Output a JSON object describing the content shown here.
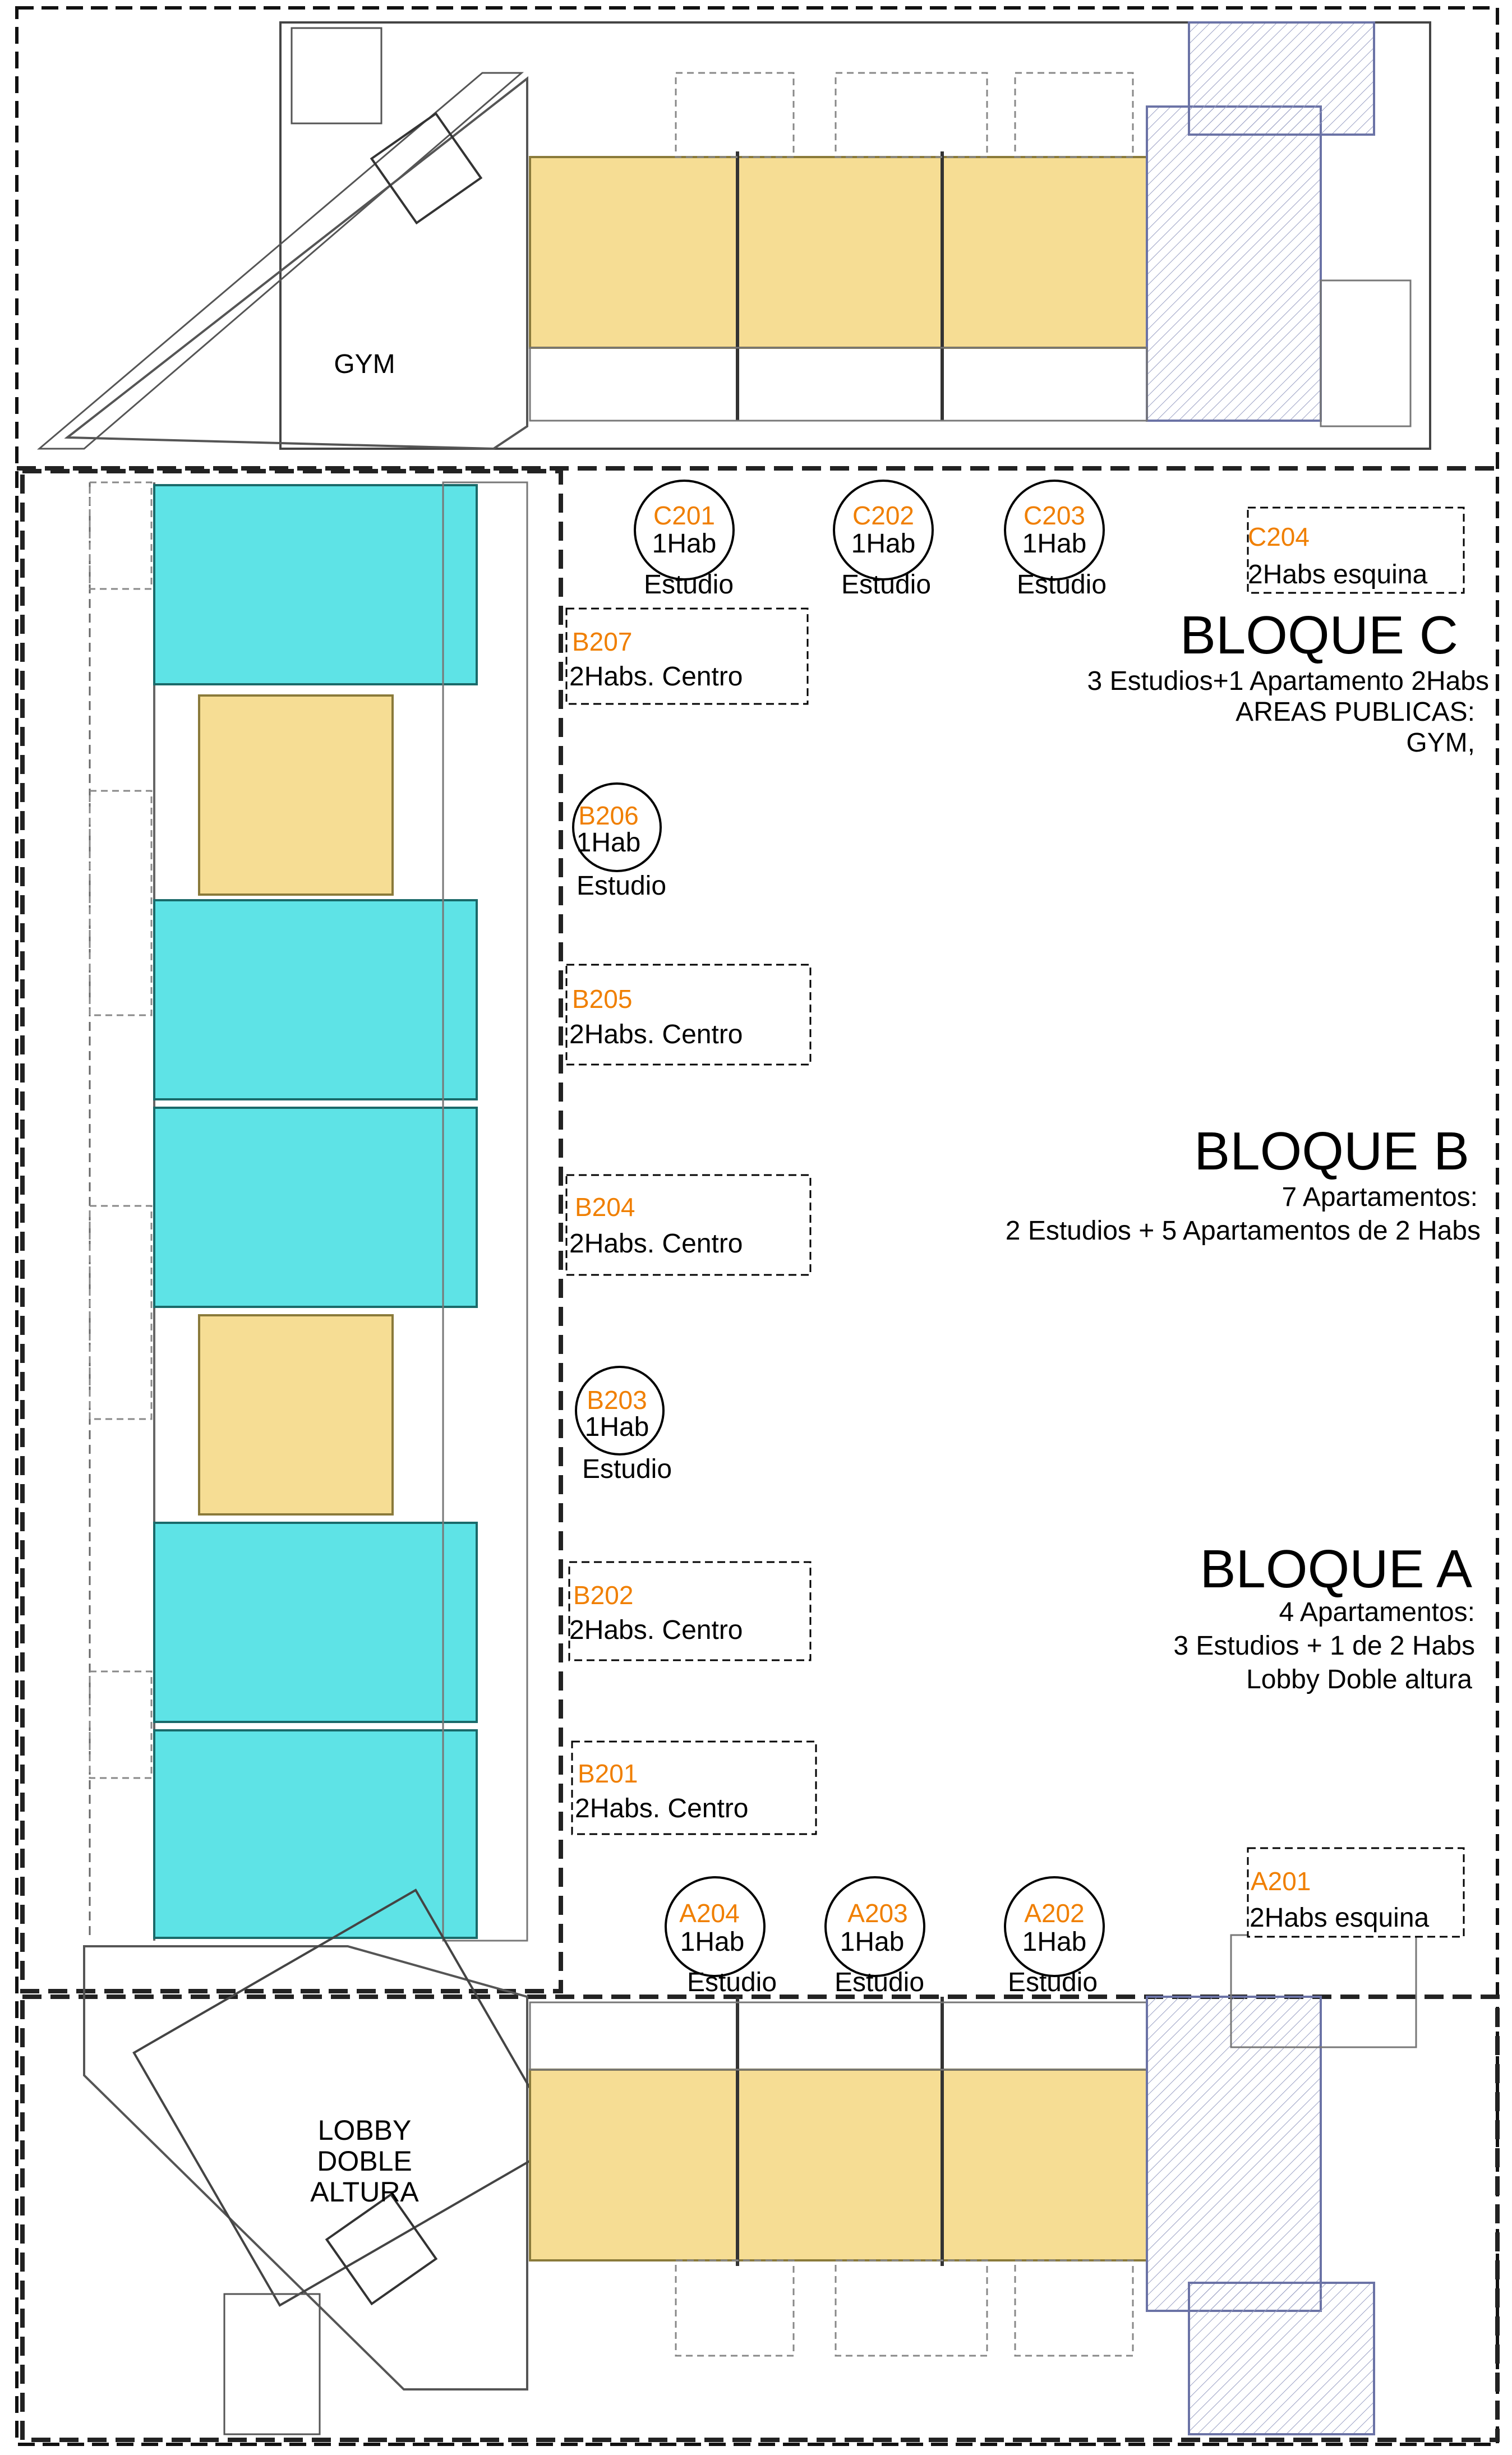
{
  "colors": {
    "studio": "#f6dd94",
    "two_bed_center": "#5ee3e6",
    "two_bed_corner": "#c9cfe6",
    "unit_code": "#f07f00",
    "block_boundary": "#1a1a1a"
  },
  "blocks": {
    "c": {
      "title": "BLOQUE C",
      "lines": [
        "3 Estudios+1 Apartamento 2Habs",
        "AREAS PUBLICAS:",
        "GYM,"
      ]
    },
    "b": {
      "title": "BLOQUE B",
      "lines": [
        "7 Apartamentos:",
        "2 Estudios + 5 Apartamentos de 2 Habs"
      ]
    },
    "a": {
      "title": "BLOQUE A",
      "lines": [
        "4 Apartamentos:",
        "3 Estudios + 1 de 2 Habs",
        "Lobby Doble altura"
      ]
    }
  },
  "public_areas": {
    "gym": "GYM",
    "lobby": [
      "LOBBY",
      "DOBLE",
      "ALTURA"
    ]
  },
  "units": {
    "c201": {
      "code": "C201",
      "type": "1Hab",
      "kind": "Estudio",
      "icon": "circle-tag"
    },
    "c202": {
      "code": "C202",
      "type": "1Hab",
      "kind": "Estudio",
      "icon": "circle-tag"
    },
    "c203": {
      "code": "C203",
      "type": "1Hab",
      "kind": "Estudio",
      "icon": "circle-tag"
    },
    "c204": {
      "code": "C204",
      "type": "2Habs esquina",
      "icon": "dashed-box-tag"
    },
    "b207": {
      "code": "B207",
      "type": "2Habs. Centro",
      "icon": "dashed-box-tag"
    },
    "b206": {
      "code": "B206",
      "type": "1Hab",
      "kind": "Estudio",
      "icon": "circle-tag"
    },
    "b205": {
      "code": "B205",
      "type": "2Habs. Centro",
      "icon": "dashed-box-tag"
    },
    "b204": {
      "code": "B204",
      "type": "2Habs. Centro",
      "icon": "dashed-box-tag"
    },
    "b203": {
      "code": "B203",
      "type": "1Hab",
      "kind": "Estudio",
      "icon": "circle-tag"
    },
    "b202": {
      "code": "B202",
      "type": "2Habs. Centro",
      "icon": "dashed-box-tag"
    },
    "b201": {
      "code": "B201",
      "type": "2Habs. Centro",
      "icon": "dashed-box-tag"
    },
    "a201": {
      "code": "A201",
      "type": "2Habs esquina",
      "icon": "dashed-box-tag"
    },
    "a202": {
      "code": "A202",
      "type": "1Hab",
      "kind": "Estudio",
      "icon": "circle-tag"
    },
    "a203": {
      "code": "A203",
      "type": "1Hab",
      "kind": "Estudio",
      "icon": "circle-tag"
    },
    "a204": {
      "code": "A204",
      "type": "1Hab",
      "kind": "Estudio",
      "icon": "circle-tag"
    }
  }
}
